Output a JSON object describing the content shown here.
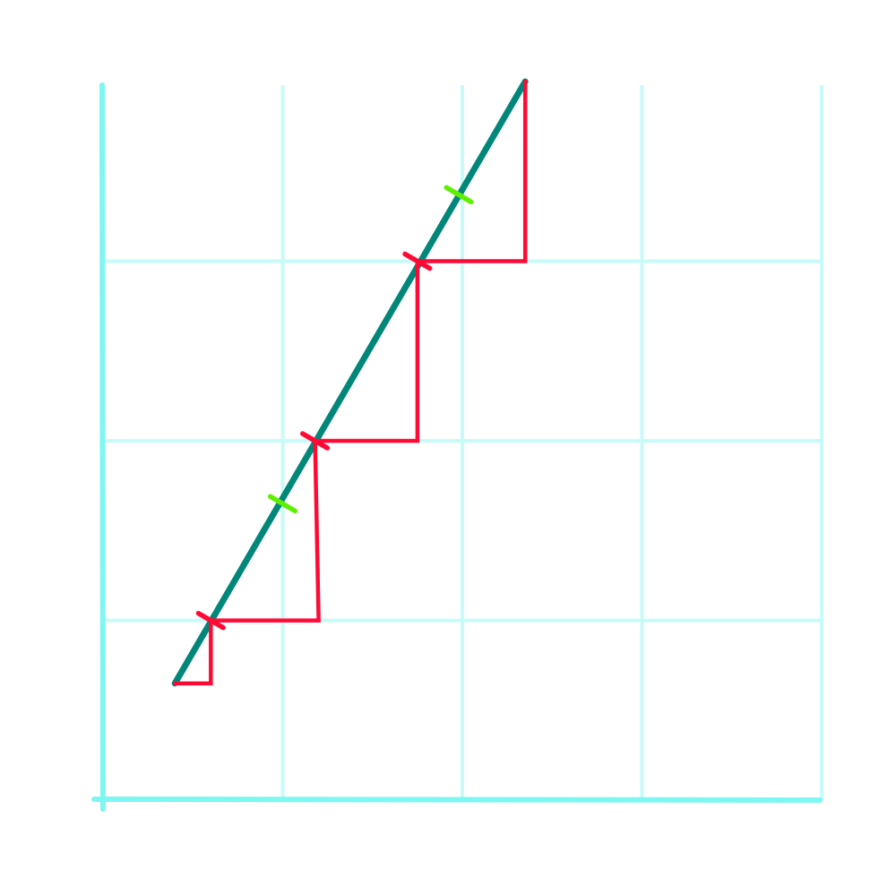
{
  "colors": {
    "background": "#ffffff",
    "grid": "#c6fbf8",
    "axis": "#7ef6f2",
    "main_line": "#00877a",
    "steps": "#ff0a35",
    "red_ticks": "#ff0a35",
    "green_ticks": "#5ef000"
  },
  "grid": {
    "cols": 4,
    "rows": 4
  },
  "diagonal_line": {
    "from": [
      0.4,
      0.65
    ],
    "to": [
      2.35,
      4.0
    ]
  },
  "staircase": [
    [
      0.4,
      0.65
    ],
    [
      0.6,
      0.65
    ],
    [
      0.6,
      1.0
    ],
    [
      1.2,
      1.0
    ],
    [
      1.18,
      2.0
    ],
    [
      1.75,
      2.0
    ],
    [
      1.75,
      3.0
    ],
    [
      2.35,
      3.0
    ],
    [
      2.35,
      4.0
    ]
  ],
  "red_tick_points": [
    [
      0.6,
      1.0
    ],
    [
      1.18,
      2.0
    ],
    [
      1.75,
      3.0
    ]
  ],
  "green_tick_points": [
    [
      1.0,
      1.65
    ],
    [
      1.98,
      3.37
    ]
  ]
}
